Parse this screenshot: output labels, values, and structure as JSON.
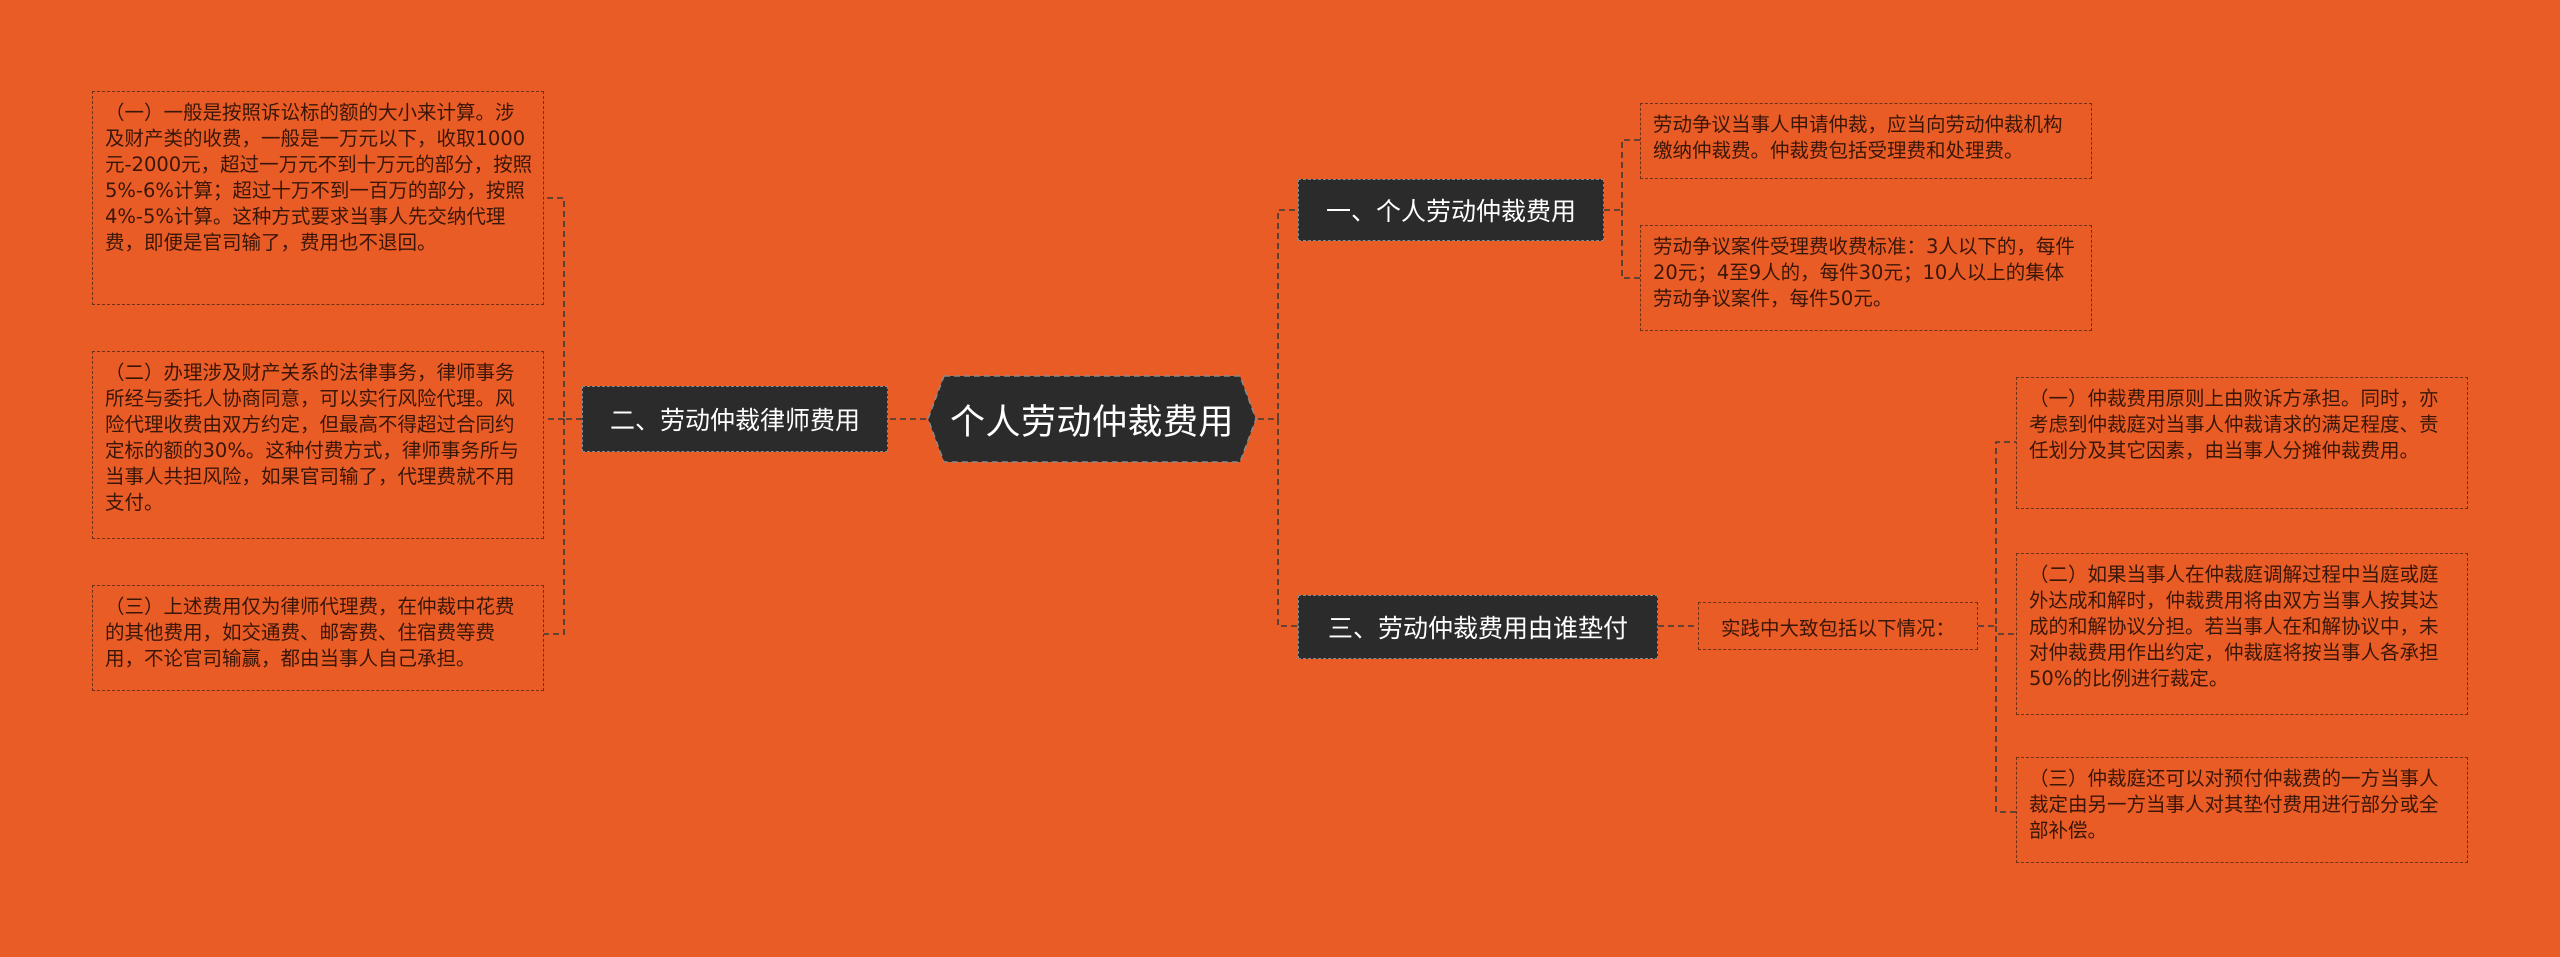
{
  "root": {
    "label": "个人劳动仲裁费用"
  },
  "branches": {
    "b1": {
      "label": "一、个人劳动仲裁费用",
      "leaves": [
        "劳动争议当事人申请仲裁，应当向劳动仲裁机构缴纳仲裁费。仲裁费包括受理费和处理费。",
        "劳动争议案件受理费收费标准：3人以下的，每件20元；4至9人的，每件30元；10人以上的集体劳动争议案件，每件50元。"
      ]
    },
    "b2": {
      "label": "二、劳动仲裁律师费用",
      "leaves": [
        "（一）一般是按照诉讼标的额的大小来计算。涉及财产类的收费，一般是一万元以下，收取1000元-2000元，超过一万元不到十万元的部分，按照5%-6%计算；超过十万不到一百万的部分，按照4%-5%计算。这种方式要求当事人先交纳代理费，即便是官司输了，费用也不退回。",
        "（二）办理涉及财产关系的法律事务，律师事务所经与委托人协商同意，可以实行风险代理。风险代理收费由双方约定，但最高不得超过合同约定标的额的30%。这种付费方式，律师事务所与当事人共担风险，如果官司输了，代理费就不用支付。",
        "（三）上述费用仅为律师代理费，在仲裁中花费的其他费用，如交通费、邮寄费、住宿费等费用，不论官司输赢，都由当事人自己承担。"
      ]
    },
    "b3": {
      "label": "三、劳动仲裁费用由谁垫付",
      "hub": "实践中大致包括以下情况：",
      "leaves": [
        "（一）仲裁费用原则上由败诉方承担。同时，亦考虑到仲裁庭对当事人仲裁请求的满足程度、责任划分及其它因素，由当事人分摊仲裁费用。",
        "（二）如果当事人在仲裁庭调解过程中当庭或庭外达成和解时，仲裁费用将由双方当事人按其达成的和解协议分担。若当事人在和解协议中，未对仲裁费用作出约定，仲裁庭将按当事人各承担50%的比例进行裁定。",
        "（三）仲裁庭还可以对预付仲裁费的一方当事人裁定由另一方当事人对其垫付费用进行部分或全部补偿。"
      ]
    }
  },
  "colors": {
    "background": "#ea5c26",
    "node_fill": "#2b2b2b",
    "connector": "#3a3a3a",
    "leaf_border": "#6e3116",
    "leaf_text": "#3a1608"
  }
}
